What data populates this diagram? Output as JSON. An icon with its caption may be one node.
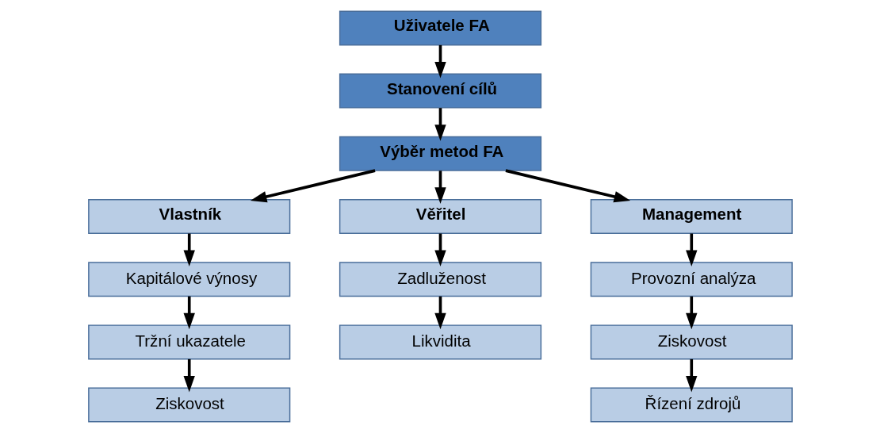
{
  "diagram": {
    "nodes": [
      {
        "text": [
          "Uživatele FA"
        ]
      },
      {
        "text": [
          "Stanovení cílů"
        ]
      },
      {
        "text": [
          "Výběr metod FA"
        ]
      },
      {
        "text": [
          "Vlastník"
        ]
      },
      {
        "text": [
          "Kapitálové výnosy"
        ]
      },
      {
        "text": [
          "Tržní ukazatele"
        ]
      },
      {
        "text": [
          "Ziskovost"
        ]
      },
      {
        "text": [
          "Věřitel"
        ]
      },
      {
        "text": [
          "Zadluženost"
        ]
      },
      {
        "text": [
          "Likvidita"
        ]
      },
      {
        "text": [
          "Management"
        ]
      },
      {
        "text": [
          "Provozní analýza"
        ]
      },
      {
        "text": [
          "Ziskovost"
        ]
      },
      {
        "text": [
          "Řízení zdrojů"
        ]
      }
    ],
    "edges": [
      {
        "from": 0,
        "to": 1,
        "arrow": "to"
      },
      {
        "from": 1,
        "to": 2,
        "arrow": "to"
      },
      {
        "from": 2,
        "to": 3,
        "arrow": "to"
      },
      {
        "from": 2,
        "to": 7,
        "arrow": "to"
      },
      {
        "from": 2,
        "to": 10,
        "arrow": "to"
      },
      {
        "from": 3,
        "to": 4,
        "arrow": "to"
      },
      {
        "from": 4,
        "to": 5,
        "arrow": "to"
      },
      {
        "from": 5,
        "to": 6,
        "arrow": "to"
      },
      {
        "from": 7,
        "to": 8,
        "arrow": "to"
      },
      {
        "from": 8,
        "to": 9,
        "arrow": "to"
      },
      {
        "from": 10,
        "to": 11,
        "arrow": "to"
      },
      {
        "from": 11,
        "to": 12,
        "arrow": "to"
      },
      {
        "from": 12,
        "to": 13,
        "arrow": "to"
      }
    ]
  }
}
